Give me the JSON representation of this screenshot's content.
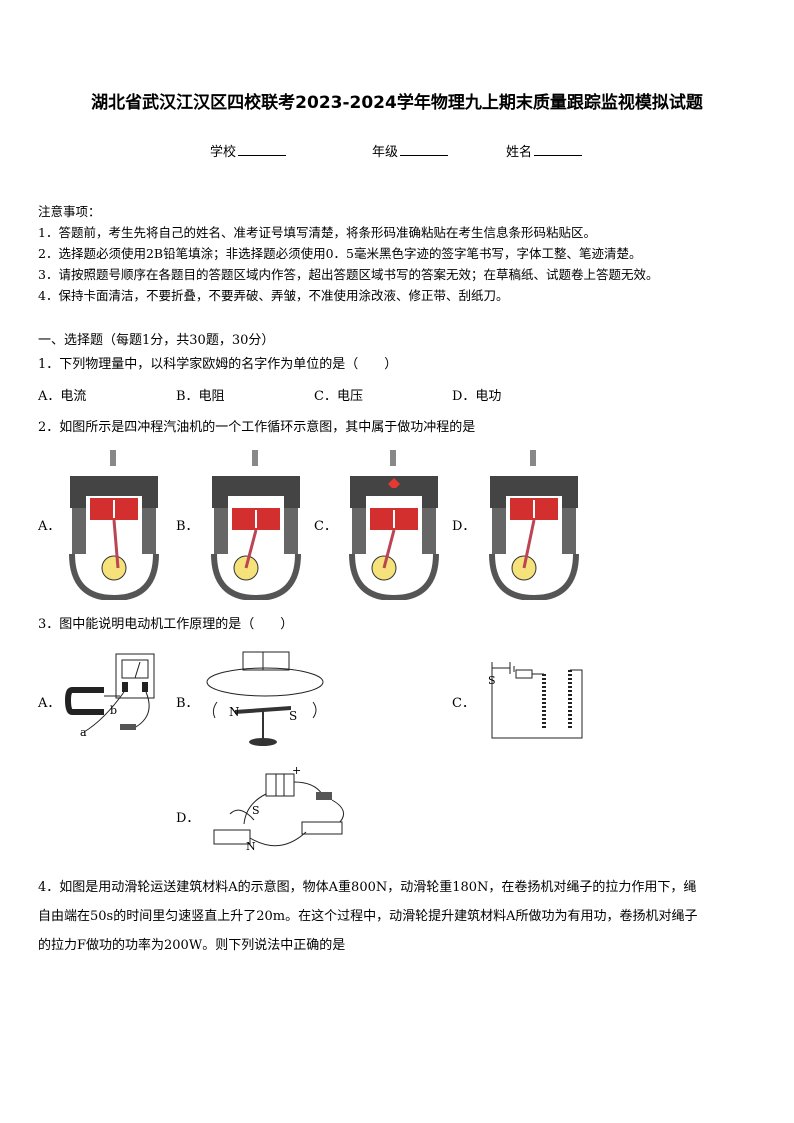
{
  "title": "湖北省武汉江汉区四校联考2023-2024学年物理九上期末质量跟踪监视模拟试题",
  "fields": {
    "school": "学校",
    "grade": "年级",
    "name": "姓名"
  },
  "notice": {
    "heading": "注意事项：",
    "items": [
      "1．答题前，考生先将自己的姓名、准考证号填写清楚，将条形码准确粘贴在考生信息条形码粘贴区。",
      "2．选择题必须使用2B铅笔填涂；非选择题必须使用0．5毫米黑色字迹的签字笔书写，字体工整、笔迹清楚。",
      "3．请按照题号顺序在各题目的答题区域内作答，超出答题区域书写的答案无效；在草稿纸、试题卷上答题无效。",
      "4．保持卡面清洁，不要折叠，不要弄破、弄皱，不准使用涂改液、修正带、刮纸刀。"
    ]
  },
  "section1": "一、选择题（每题1分，共30题，30分）",
  "q1": {
    "stem": "1．下列物理量中，以科学家欧姆的名字作为单位的是（　　）",
    "options": [
      "A．电流",
      "B．电阻",
      "C．电压",
      "D．电功"
    ]
  },
  "q2": {
    "stem": "2．如图所示是四冲程汽油机的一个工作循环示意图，其中属于做功冲程的是",
    "labels": [
      "A．",
      "B．",
      "C．",
      "D．"
    ]
  },
  "q3": {
    "stem": "3．图中能说明电动机工作原理的是（　　）",
    "labels": [
      "A．",
      "B．",
      "C．",
      "D．"
    ],
    "fig_text": {
      "a": "a",
      "b": "b",
      "n": "N",
      "s": "S",
      "plus": "+"
    }
  },
  "q4": {
    "line1": "4．如图是用动滑轮运送建筑材料A的示意图，物体A重800N，动滑轮重180N，在卷扬机对绳子的拉力作用下，绳",
    "line2": "自由端在50s的时间里匀速竖直上升了20m。在这个过程中，动滑轮提升建筑材料A所做功为有用功，卷扬机对绳子",
    "line3": "的拉力F做功的功率为200W。则下列说法中正确的是"
  }
}
